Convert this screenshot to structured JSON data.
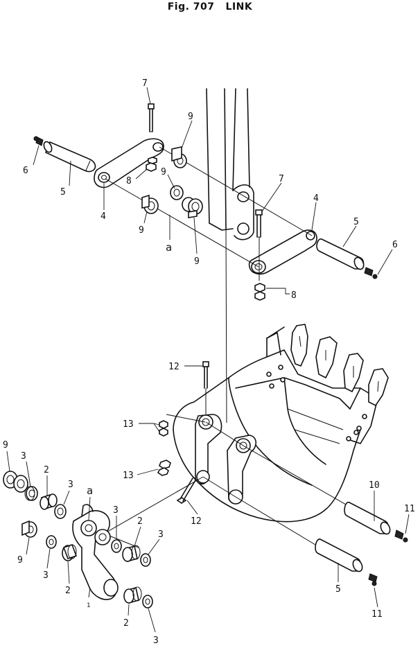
{
  "title": {
    "fig": "Fig. 707",
    "name": "LINK"
  },
  "callouts": [
    {
      "id": "c7a",
      "text": "7"
    },
    {
      "id": "c9a",
      "text": "9"
    },
    {
      "id": "c6a",
      "text": "6"
    },
    {
      "id": "c5a",
      "text": "5"
    },
    {
      "id": "c8a",
      "text": "8"
    },
    {
      "id": "c9b",
      "text": "9"
    },
    {
      "id": "c4a",
      "text": "4"
    },
    {
      "id": "c9c",
      "text": "9"
    },
    {
      "id": "ca1",
      "text": "a"
    },
    {
      "id": "c9d",
      "text": "9"
    },
    {
      "id": "c7b",
      "text": "7"
    },
    {
      "id": "c4b",
      "text": "4"
    },
    {
      "id": "c5b",
      "text": "5"
    },
    {
      "id": "c6b",
      "text": "6"
    },
    {
      "id": "c8b",
      "text": "8"
    },
    {
      "id": "c12a",
      "text": "12"
    },
    {
      "id": "c13a",
      "text": "13"
    },
    {
      "id": "c13b",
      "text": "13"
    },
    {
      "id": "c12b",
      "text": "12"
    },
    {
      "id": "c9e",
      "text": "9"
    },
    {
      "id": "c3a",
      "text": "3"
    },
    {
      "id": "c2a",
      "text": "2"
    },
    {
      "id": "c3b",
      "text": "3"
    },
    {
      "id": "ca2",
      "text": "a"
    },
    {
      "id": "c3c",
      "text": "3"
    },
    {
      "id": "c2b",
      "text": "2"
    },
    {
      "id": "c3d",
      "text": "3"
    },
    {
      "id": "c9f",
      "text": "9"
    },
    {
      "id": "c3e",
      "text": "3"
    },
    {
      "id": "c2c",
      "text": "2"
    },
    {
      "id": "c1",
      "text": "1"
    },
    {
      "id": "c2d",
      "text": "2"
    },
    {
      "id": "c3f",
      "text": "3"
    },
    {
      "id": "c10",
      "text": "10"
    },
    {
      "id": "c11a",
      "text": "11"
    },
    {
      "id": "c5c",
      "text": "5"
    },
    {
      "id": "c11b",
      "text": "11"
    }
  ]
}
